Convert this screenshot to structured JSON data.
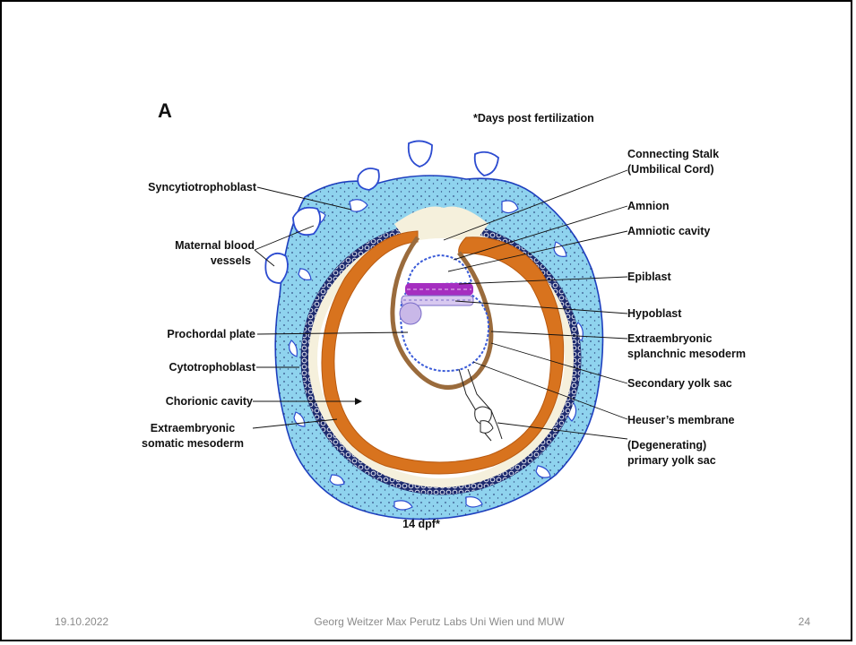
{
  "slide": {
    "panel_letter": "A",
    "note": "*Days post fertilization",
    "caption": "14 dpf*",
    "footer": {
      "date": "19.10.2022",
      "author": "Georg Weitzer Max Perutz Labs Uni Wien und MUW",
      "page": "24"
    }
  },
  "labels": {
    "syncytiotrophoblast": "Syncytiotrophoblast",
    "maternal_blood_1": "Maternal blood",
    "maternal_blood_2": "vessels",
    "prochordal_plate": "Prochordal plate",
    "cytotrophoblast": "Cytotrophoblast",
    "chorionic_cavity": "Chorionic cavity",
    "extra_somatic_1": "Extraembryonic",
    "extra_somatic_2": "somatic mesoderm",
    "connecting_stalk_1": "Connecting Stalk",
    "connecting_stalk_2": "(Umbilical Cord)",
    "amnion": "Amnion",
    "amniotic_cavity": "Amniotic cavity",
    "epiblast": "Epiblast",
    "hypoblast": "Hypoblast",
    "extra_splanchnic_1": "Extraembryonic",
    "extra_splanchnic_2": "splanchnic mesoderm",
    "secondary_yolk_sac": "Secondary yolk sac",
    "heusers_membrane": "Heuser’s membrane",
    "degenerating_1": "(Degenerating)",
    "degenerating_2": "primary yolk sac"
  },
  "colors": {
    "trophoblast": "#8fd3ee",
    "trophoblast_edge": "#1e3fbf",
    "cytotrophoblast": "#1d2a6e",
    "coelom_lining": "#f5f0dc",
    "somatic_mesoderm": "#d8731e",
    "stalk": "#9a6b3c",
    "epiblast": "#a52ec0",
    "hypoblast": "#7a6cc8",
    "membrane": "#3a5bd8"
  }
}
